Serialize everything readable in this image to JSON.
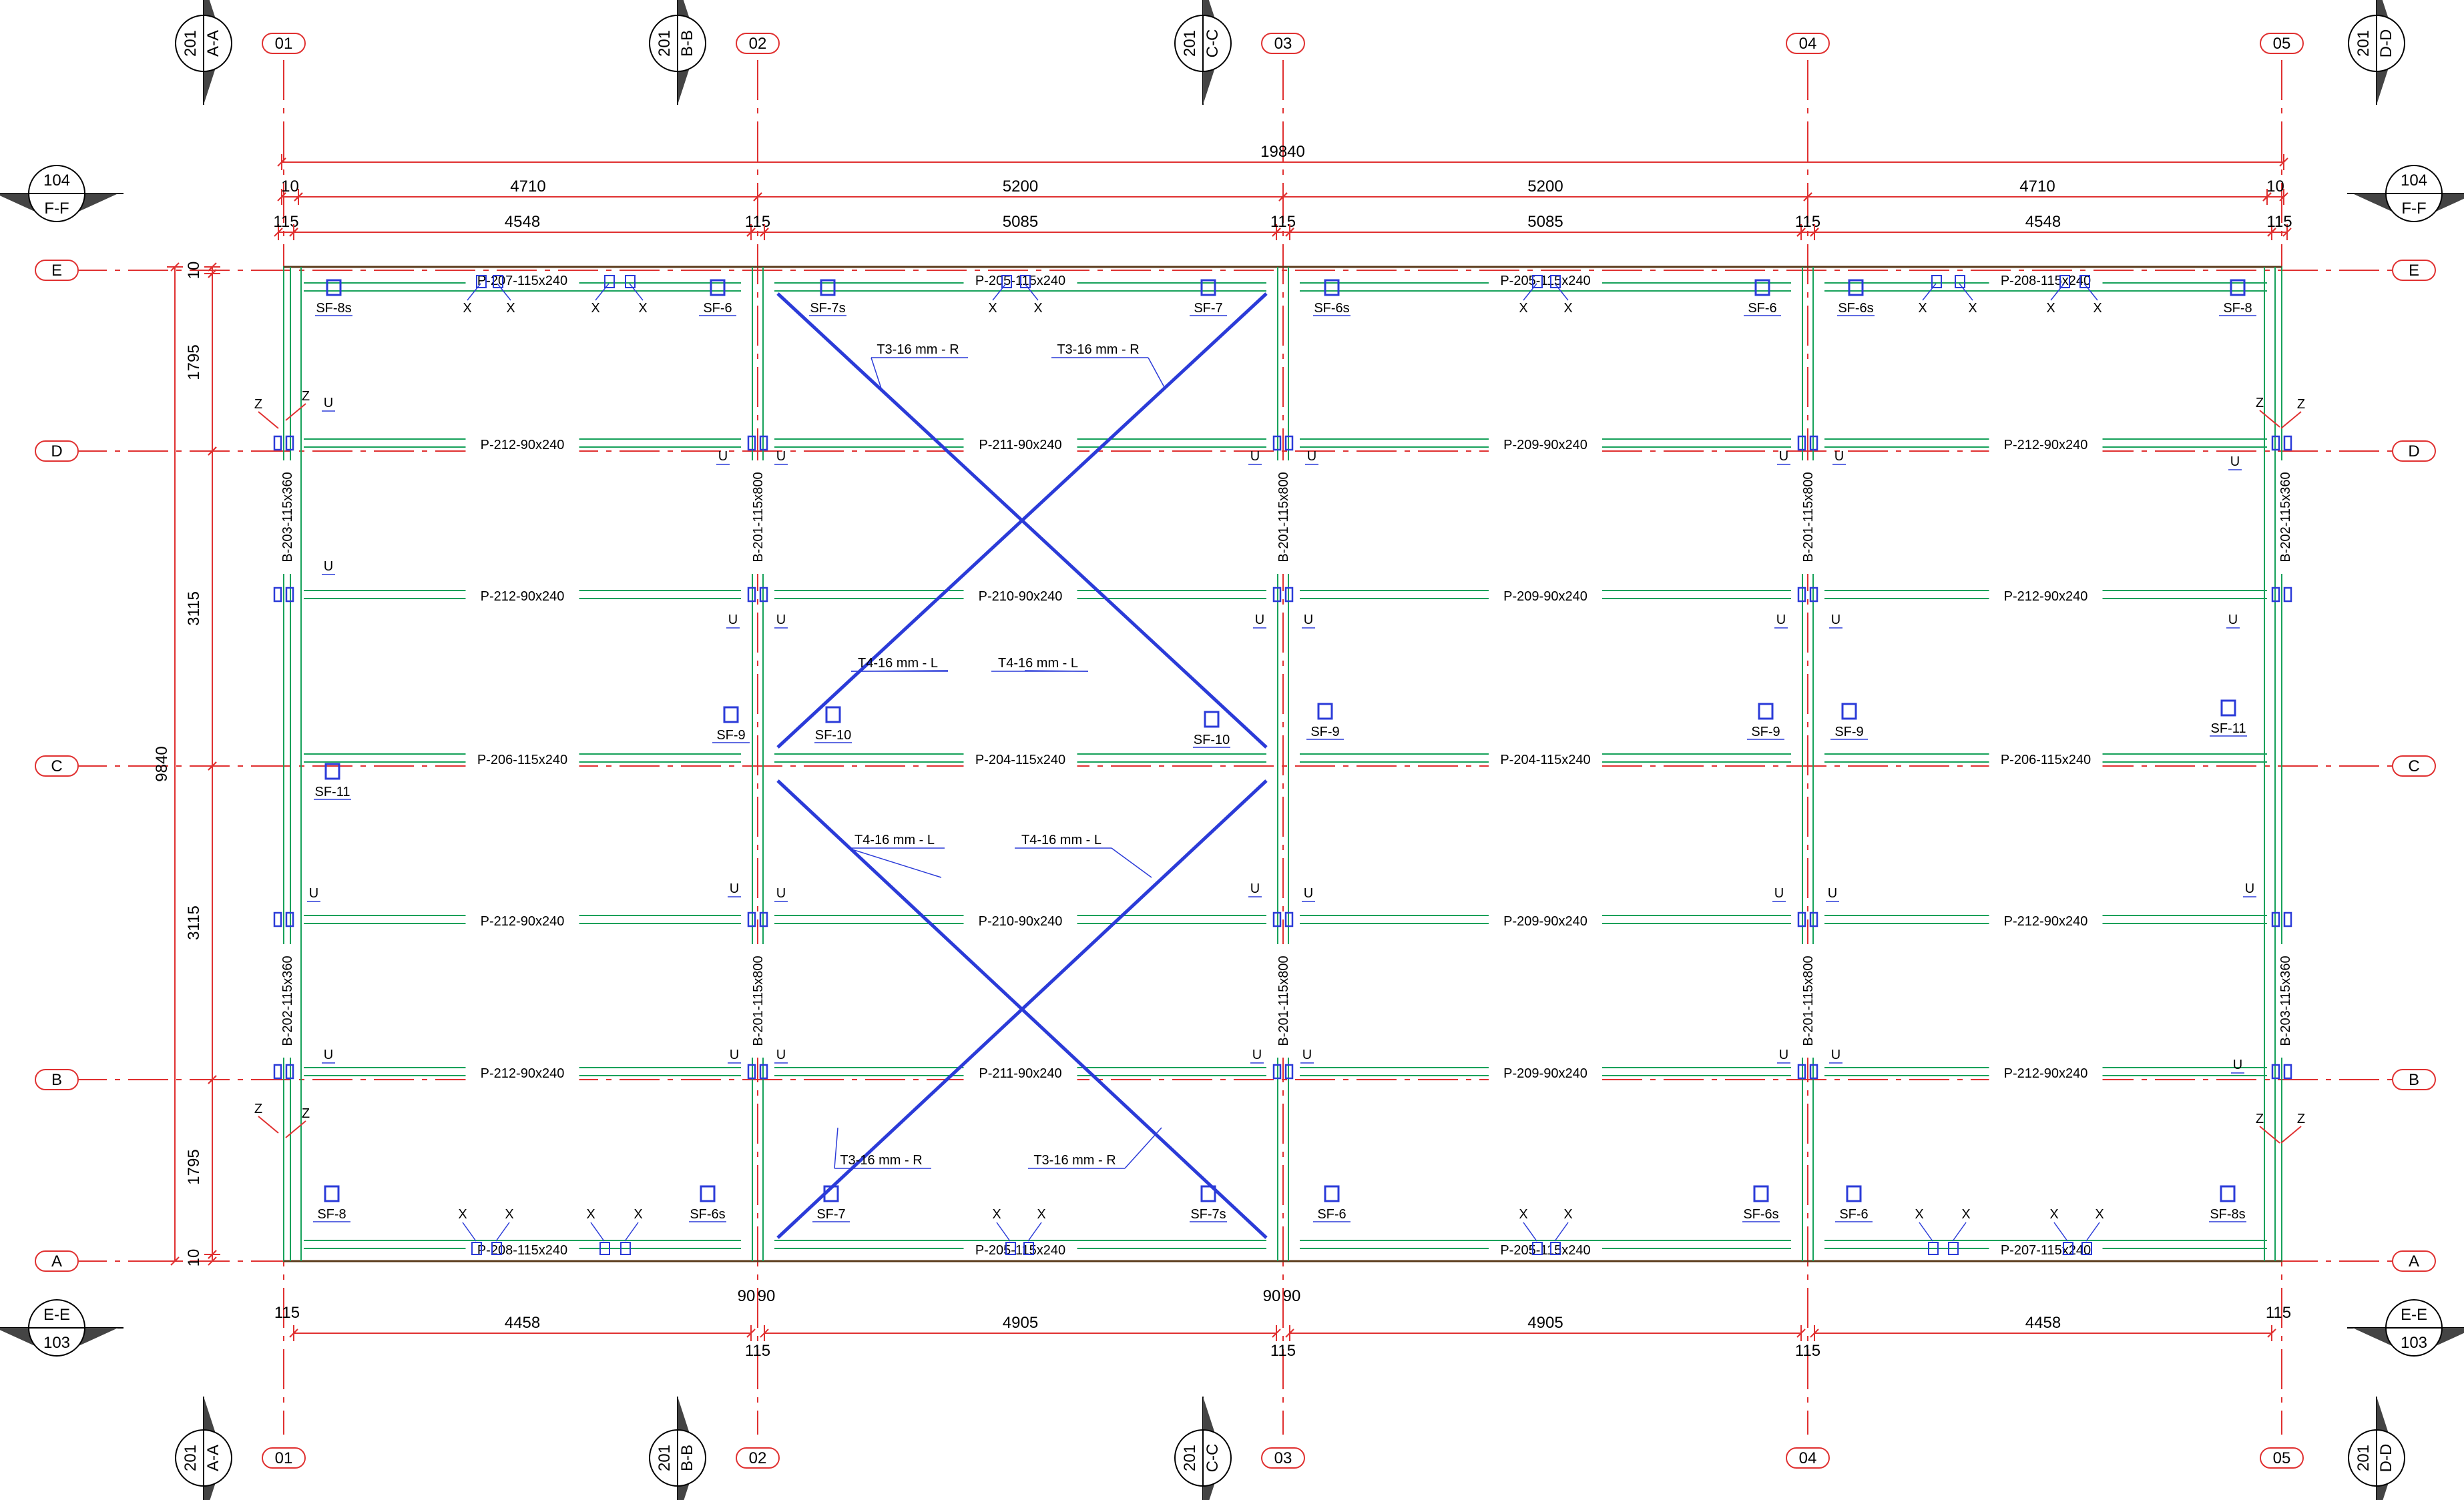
{
  "grid_columns": [
    "01",
    "02",
    "03",
    "04",
    "05"
  ],
  "grid_rows": [
    "E",
    "D",
    "C",
    "B",
    "A"
  ],
  "section_markers_top": [
    {
      "num": "201",
      "sec": "A-A"
    },
    {
      "num": "201",
      "sec": "B-B"
    },
    {
      "num": "201",
      "sec": "C-C"
    },
    {
      "num": "201",
      "sec": "D-D"
    }
  ],
  "section_markers_bottom": [
    {
      "num": "201",
      "sec": "A-A"
    },
    {
      "num": "201",
      "sec": "B-B"
    },
    {
      "num": "201",
      "sec": "C-C"
    },
    {
      "num": "201",
      "sec": "D-D"
    }
  ],
  "side_markers": [
    {
      "num": "104",
      "sec": "F-F"
    },
    {
      "num": "104",
      "sec": "F-F"
    },
    {
      "num": "E-E",
      "sec": "103"
    },
    {
      "num": "E-E",
      "sec": "103"
    }
  ],
  "dims_top_total": "19840",
  "dims_top_row1": [
    "10",
    "4710",
    "5200",
    "5200",
    "4710",
    "10"
  ],
  "dims_top_row2": [
    "115",
    "4548",
    "115",
    "5085",
    "115",
    "5085",
    "115",
    "4548",
    "115"
  ],
  "dims_bottom_row1": [
    "115",
    "90",
    "90",
    "90",
    "90",
    "115"
  ],
  "dims_bottom_row2": [
    "4458",
    "4905",
    "4905",
    "4458"
  ],
  "dims_bottom_row3": [
    "115",
    "115",
    "115"
  ],
  "dims_left_total": "9840",
  "dims_left": [
    "10",
    "1795",
    "3115",
    "3115",
    "1795",
    "10"
  ],
  "beams": {
    "E": [
      "P-207-115x240",
      "P-205-115x240",
      "P-205-115x240",
      "P-208-115x240"
    ],
    "D": [
      "P-212-90x240",
      "P-211-90x240",
      "P-209-90x240",
      "P-212-90x240"
    ],
    "DC": [
      "P-212-90x240",
      "P-210-90x240",
      "P-209-90x240",
      "P-212-90x240"
    ],
    "C": [
      "P-206-115x240",
      "P-204-115x240",
      "P-204-115x240",
      "P-206-115x240"
    ],
    "CB": [
      "P-212-90x240",
      "P-210-90x240",
      "P-209-90x240",
      "P-212-90x240"
    ],
    "B": [
      "P-212-90x240",
      "P-211-90x240",
      "P-209-90x240",
      "P-212-90x240"
    ],
    "A": [
      "P-208-115x240",
      "P-205-115x240",
      "P-205-115x240",
      "P-207-115x240"
    ]
  },
  "columns_vert": {
    "upper": [
      "B-203-115x360",
      "B-201-115x800",
      "B-201-115x800",
      "B-201-115x800",
      "B-202-115x360"
    ],
    "lower": [
      "B-202-115x360",
      "B-201-115x800",
      "B-201-115x800",
      "B-201-115x800",
      "B-203-115x360"
    ]
  },
  "braces": [
    "T3-16 mm - R",
    "T3-16 mm - R",
    "T4-16 mm - L",
    "T4-16 mm - L",
    "T4-16 mm - L",
    "T4-16 mm - L",
    "T3-16 mm - R",
    "T3-16 mm - R"
  ],
  "tags": {
    "sf_top": [
      "SF-8s",
      "SF-6",
      "SF-7s",
      "SF-7",
      "SF-6s",
      "SF-6",
      "SF-6s",
      "SF-8"
    ],
    "sf_mid": [
      "SF-9",
      "SF-10",
      "SF-10",
      "SF-9",
      "SF-9",
      "SF-9",
      "SF-11",
      "SF-11"
    ],
    "sf_bot": [
      "SF-8",
      "SF-6s",
      "SF-7",
      "SF-7s",
      "SF-6",
      "SF-6s",
      "SF-6",
      "SF-8s"
    ],
    "x": "X",
    "u": "U",
    "z": "Z"
  },
  "colors": {
    "grid": "#e03030",
    "structure": "#16a15a",
    "members": "#2b3bd8",
    "text": "#000000"
  }
}
